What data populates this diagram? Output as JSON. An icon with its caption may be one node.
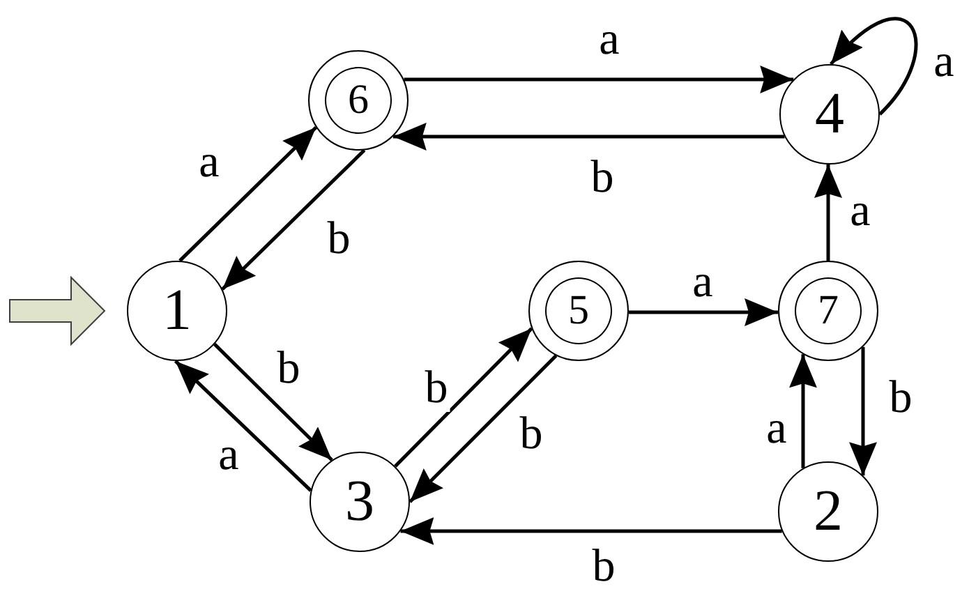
{
  "diagram": {
    "nodes": [
      {
        "text": [
          "6"
        ]
      },
      {
        "text": [
          "4"
        ]
      },
      {
        "text": [
          "1"
        ]
      },
      {
        "text": [
          "5"
        ]
      },
      {
        "text": [
          "7"
        ]
      },
      {
        "text": [
          "3"
        ]
      },
      {
        "text": [
          "2"
        ]
      }
    ],
    "edges": [
      {
        "from": 2,
        "to": 0,
        "arrow": "to",
        "label": "a"
      },
      {
        "from": 0,
        "to": 2,
        "arrow": "to",
        "label": "b"
      },
      {
        "from": 0,
        "to": 1,
        "arrow": "to",
        "label": "a"
      },
      {
        "from": 1,
        "to": 0,
        "arrow": "to",
        "label": "b"
      },
      {
        "from": 1,
        "to": 1,
        "arrow": "to",
        "label": "a"
      },
      {
        "from": 2,
        "to": 5,
        "arrow": "to",
        "label": "b"
      },
      {
        "from": 5,
        "to": 2,
        "arrow": "to",
        "label": "a"
      },
      {
        "from": 5,
        "to": 3,
        "arrow": "to",
        "label": "b"
      },
      {
        "from": 3,
        "to": 5,
        "arrow": "to",
        "label": "b"
      },
      {
        "from": 3,
        "to": 4,
        "arrow": "to",
        "label": "a"
      },
      {
        "from": 4,
        "to": 1,
        "arrow": "to",
        "label": "a"
      },
      {
        "from": 4,
        "to": 6,
        "arrow": "to",
        "label": "b"
      },
      {
        "from": 6,
        "to": 4,
        "arrow": "to",
        "label": "a"
      },
      {
        "from": 6,
        "to": 5,
        "arrow": "to",
        "label": "b"
      },
      {
        "from": null,
        "to": 2,
        "arrow": "to",
        "style": "thick",
        "color": "#dfe3cc"
      }
    ]
  }
}
